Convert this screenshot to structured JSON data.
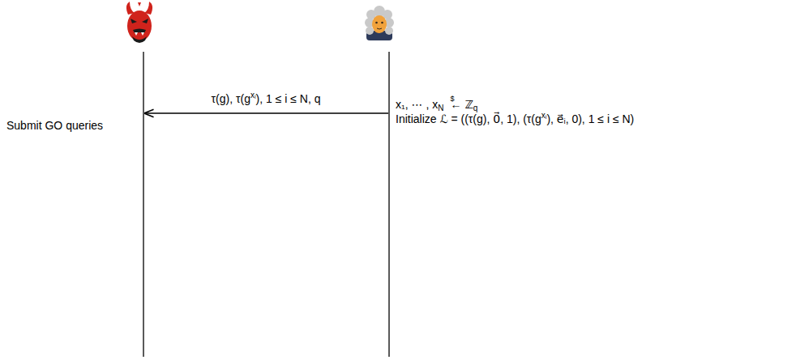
{
  "diagram": {
    "labels": [
      "τ(g), τ(g",
      "xᵢ",
      "), 1 ≤ i ≤ N, q",
      "x₁, ⋯ , x",
      "N",
      "$",
      "←",
      "ℤ",
      "q",
      "Initialize ℒ = ((τ(g), 0⃗, 1), (τ(g",
      "xᵢ",
      "), e⃗ᵢ, 0), 1 ≤ i ≤ N)",
      "Submit GO queries"
    ]
  }
}
